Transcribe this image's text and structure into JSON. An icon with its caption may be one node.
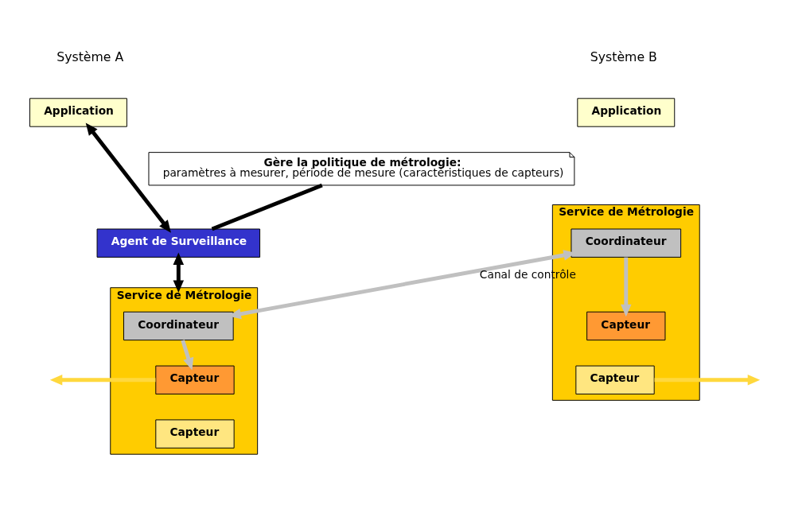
{
  "diagram": {
    "nodes": [
      {
        "text": [
          "Application"
        ]
      },
      {
        "text": [
          "Application"
        ]
      },
      {
        "text": [
          "Agent de Surveillance"
        ]
      },
      {
        "text": [
          "Gère la politique de métrologie:",
          "paramètres à mesurer, période de mesure (caractéristiques de capteurs)"
        ]
      },
      {
        "text": [
          "Service de Métrologie"
        ]
      },
      {
        "text": [
          "Coordinateur"
        ],
        "in": 4
      },
      {
        "text": [
          "Capteur"
        ],
        "in": 4
      },
      {
        "text": [
          "Capteur"
        ],
        "in": 4
      },
      {
        "text": [
          "Service de Métrologie"
        ]
      },
      {
        "text": [
          "Coordinateur"
        ],
        "in": 8
      },
      {
        "text": [
          "Capteur"
        ],
        "in": 8
      },
      {
        "text": [
          "Capteur"
        ],
        "in": 8
      }
    ],
    "edges": [
      {
        "from": 0,
        "to": 2,
        "arrow": "both",
        "color": "#000000"
      },
      {
        "from": 2,
        "to": 4,
        "arrow": "both",
        "color": "#000000"
      },
      {
        "from": 3,
        "to": 2,
        "arrow": "none"
      },
      {
        "from": 5,
        "to": 9,
        "arrow": "both",
        "label": "Canal de contrôle",
        "color": "#c0c0c0"
      },
      {
        "from": 5,
        "to": 6,
        "arrow": "to",
        "color": "#c0c0c0"
      },
      {
        "from": 9,
        "to": 10,
        "arrow": "to",
        "color": "#c0c0c0"
      },
      {
        "from": 6,
        "to": null,
        "arrow": "to",
        "color": "#ffd83d"
      },
      {
        "from": 11,
        "to": null,
        "arrow": "to",
        "color": "#ffd83d"
      }
    ],
    "labels": [
      "Système A",
      "Système B"
    ]
  }
}
